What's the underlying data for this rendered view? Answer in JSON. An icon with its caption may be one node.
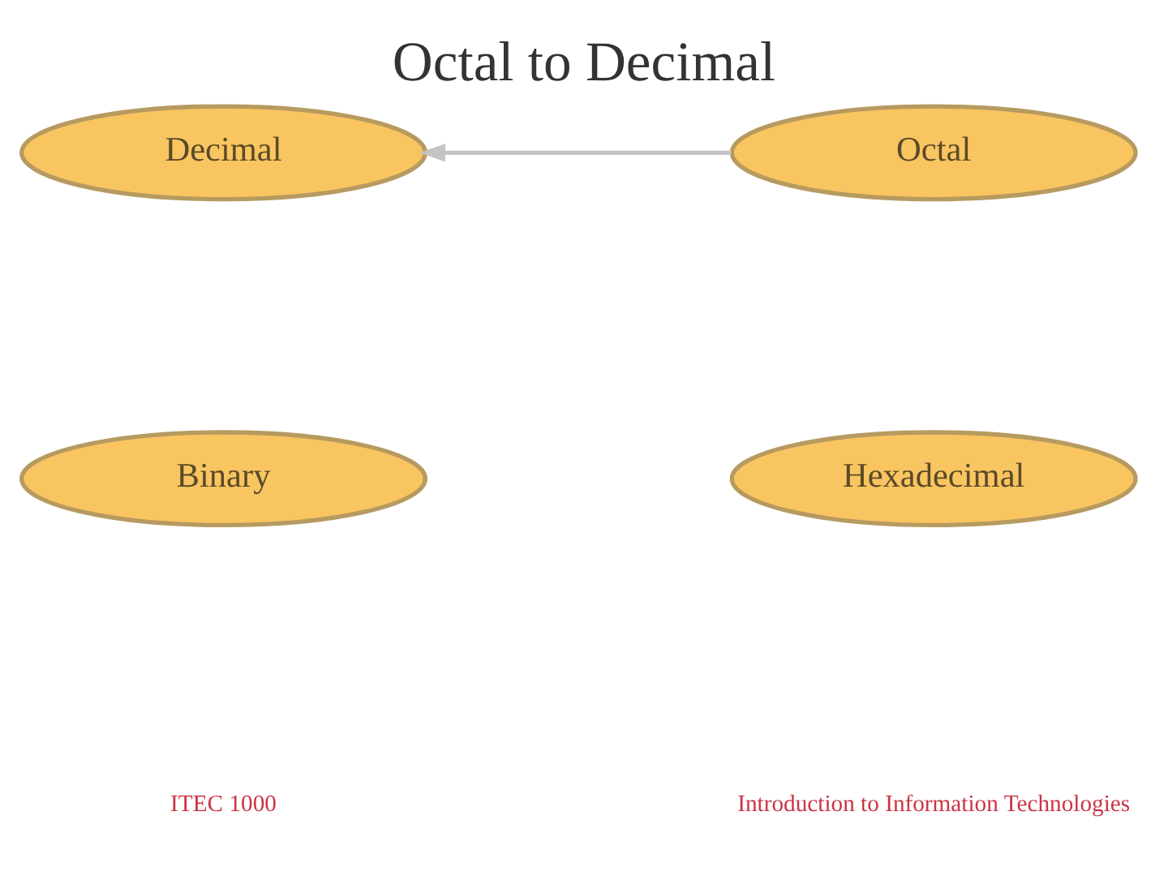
{
  "diagram": {
    "title": "Octal to Decimal",
    "nodes": [
      {
        "text": [
          "Decimal"
        ]
      },
      {
        "text": [
          "Octal"
        ]
      },
      {
        "text": [
          "Binary"
        ]
      },
      {
        "text": [
          "Hexadecimal"
        ]
      }
    ],
    "edges": [
      {
        "from": 1,
        "to": 0,
        "arrow": "to"
      }
    ],
    "labels": [
      "ITEC 1000",
      "Introduction to Information Technologies"
    ]
  }
}
